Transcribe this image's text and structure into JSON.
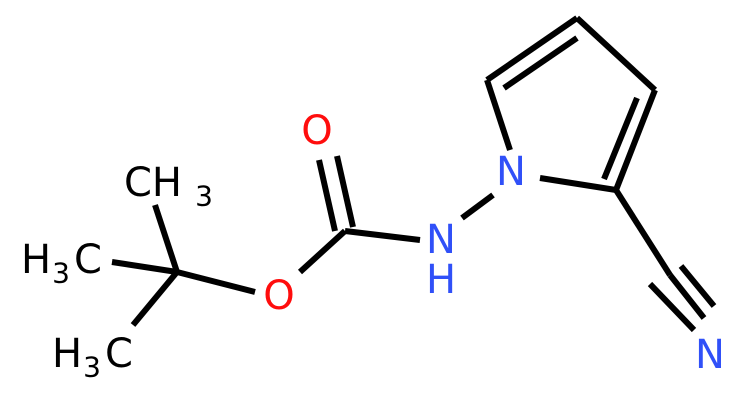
{
  "colors": {
    "bond": "#000000",
    "carbon": "#000000",
    "oxygen": "#ff0d0d",
    "nitrogen": "#3050f8",
    "background": "#ffffff"
  },
  "atoms": {
    "carbonyl_o": "O",
    "ester_o": "O",
    "nh_n": "N",
    "nh_h": "H",
    "ring_n": "N",
    "nitrile_n": "N",
    "methyl_top": {
      "main": "CH",
      "sub": "3"
    },
    "methyl_left1": {
      "h": "H",
      "sub": "3",
      "c": "C"
    },
    "methyl_left2": {
      "h": "H",
      "sub": "3",
      "c": "C"
    }
  }
}
